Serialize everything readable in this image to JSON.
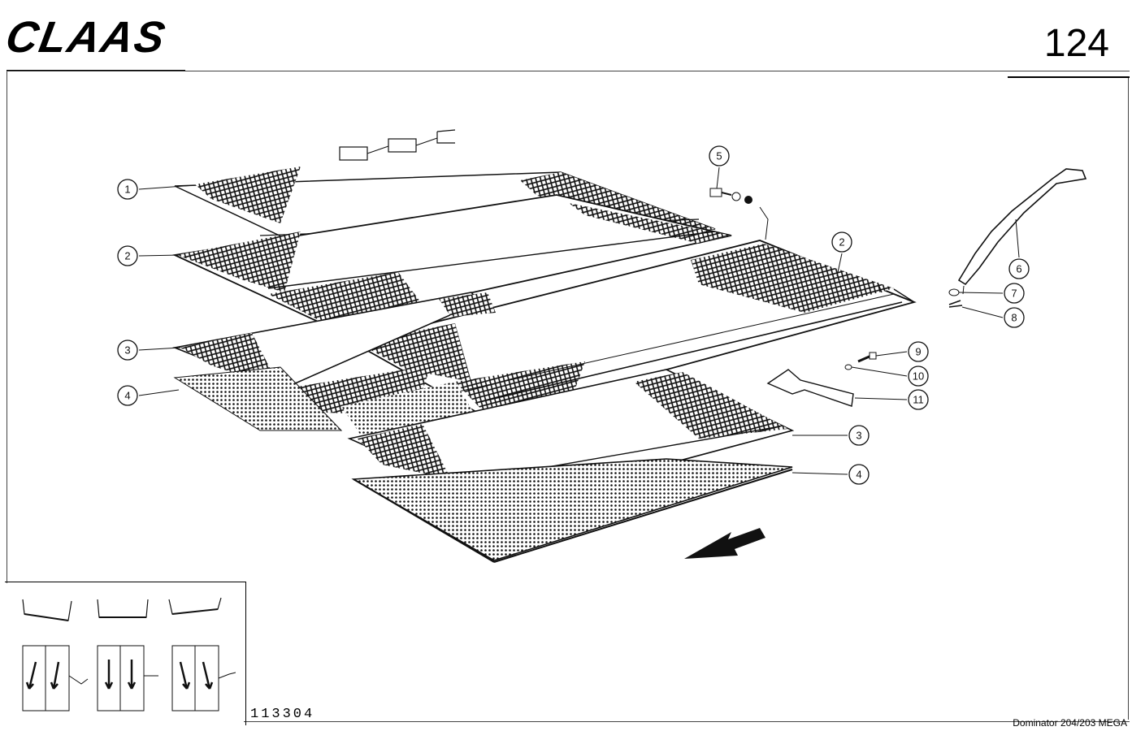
{
  "header": {
    "brand_logo": "CLAAS",
    "page_number": "124"
  },
  "callouts": [
    {
      "label": "1"
    },
    {
      "label": "2"
    },
    {
      "label": "3"
    },
    {
      "label": "4"
    },
    {
      "label": "5"
    },
    {
      "label": "2"
    },
    {
      "label": "6"
    },
    {
      "label": "7"
    },
    {
      "label": "8"
    },
    {
      "label": "9"
    },
    {
      "label": "10"
    },
    {
      "label": "11"
    },
    {
      "label": "3"
    },
    {
      "label": "4"
    }
  ],
  "footer": {
    "drawing_number": "113304",
    "model": "Dominator 204/203 MEGA"
  },
  "colors": {
    "ink": "#111111",
    "paper": "#ffffff"
  }
}
